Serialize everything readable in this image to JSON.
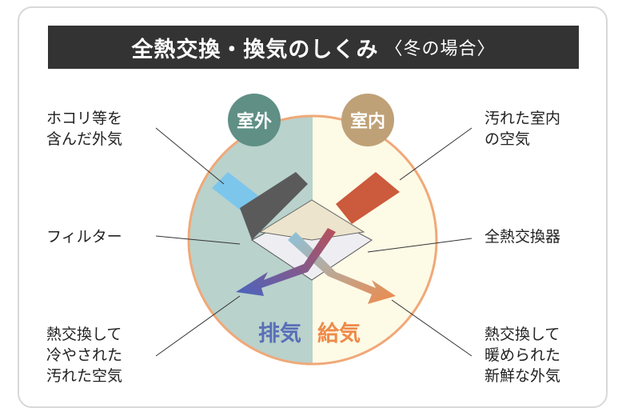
{
  "title": {
    "main": "全熱交換・換気のしくみ",
    "sub": "〈冬の場合〉"
  },
  "badges": {
    "outdoor": "室外",
    "indoor": "室内"
  },
  "flows": {
    "exhaust": "排気",
    "supply": "給気"
  },
  "labels": {
    "outdoor_air": "ホコリ等を\n含んだ外気",
    "filter": "フィルター",
    "exhaust_air": "熱交換して\n冷やされた\n汚れた空気",
    "dirty_indoor": "汚れた室内\nの空気",
    "exchanger": "全熱交換器",
    "supply_air": "熱交換して\n暖められた\n新鮮な外気"
  },
  "colors": {
    "outdoor": "#5f8f85",
    "indoor": "#bfa177",
    "exhaust": "#5a6fb8",
    "supply": "#ee8a4a"
  }
}
